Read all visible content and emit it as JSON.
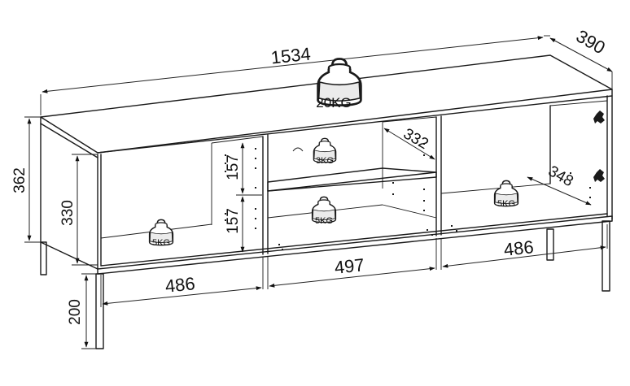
{
  "dimensions": {
    "overall_width": "1534",
    "depth": "390",
    "overall_height": "362",
    "inner_height": "330",
    "leg_height": "200",
    "shelf_height_upper": "157",
    "shelf_height_lower": "157",
    "shelf_depth": "332",
    "cabinet_depth": "348",
    "left_width": "486",
    "middle_width": "497",
    "right_width": "486"
  },
  "load_ratings": {
    "top": "20KG",
    "upper_shelf": "3KG",
    "lower_shelf": "5KG",
    "left_compartment": "5KG",
    "right_compartment": "5KG"
  },
  "icons": [
    "weight-icon",
    "hinge-icon"
  ]
}
